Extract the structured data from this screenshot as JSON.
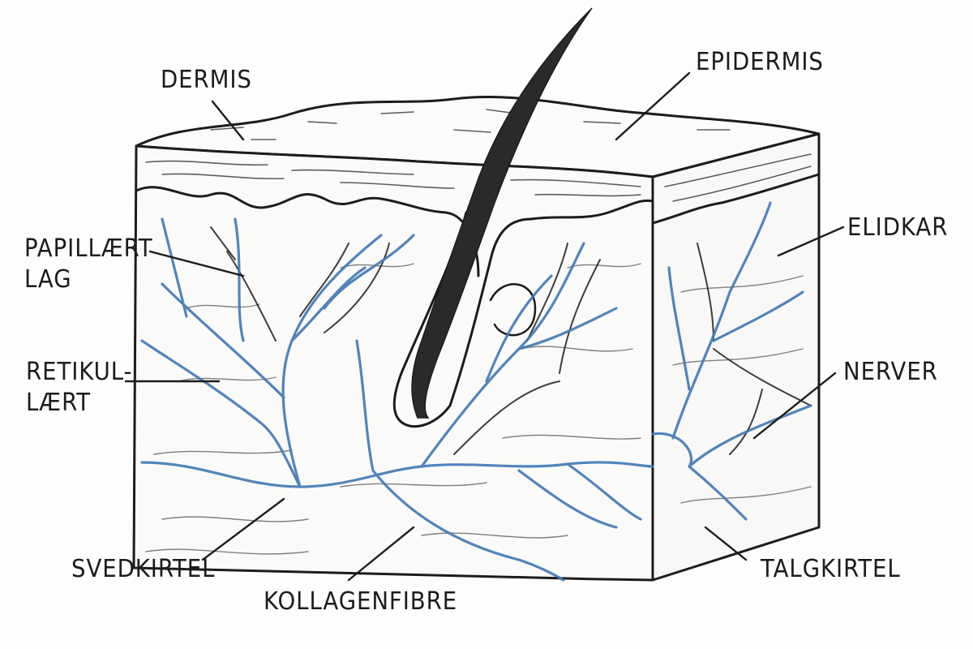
{
  "labels": {
    "dermis": "DERMIS",
    "epidermis": "EPIDERMIS",
    "papillaert_line1": "PAPILLÆRT",
    "papillaert_line2": "LAG",
    "elidkar": "ELIDKAR",
    "retikul_line1": "RETIKUL-",
    "retikul_line2": "LÆRT",
    "nerver": "NERVER",
    "svedkirtel": "SVEDKIRTEL",
    "kollagenfibre": "KOLLAGENFIBRE",
    "talgkirtel": "TALGKIRTEL"
  },
  "colors": {
    "ink": "#1c1c1c",
    "vessel": "#3f78b5",
    "hair": "#2a2a2a",
    "background": "#fdfdfc"
  }
}
